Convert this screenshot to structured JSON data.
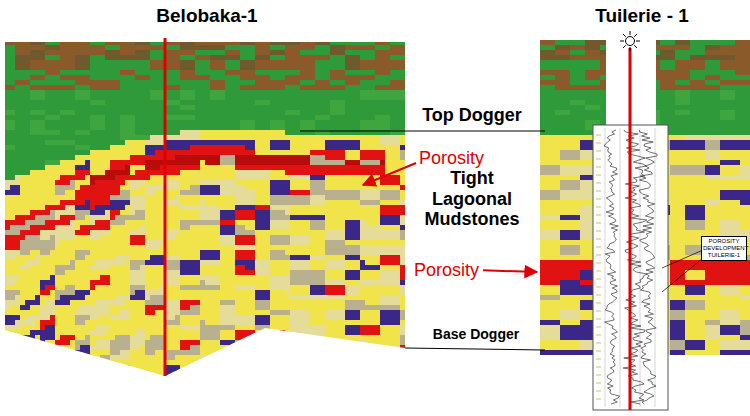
{
  "diagram": {
    "nodes": [
      {
        "text": [
          "POROSITY DEVELOPMENT TUILERIE-1"
        ]
      }
    ],
    "labels": [
      "Belobaka-1",
      "Tuilerie - 1",
      "Top Dogger",
      "Porosity",
      "Tight Lagoonal Mudstones",
      "Porosity",
      "Base Dogger"
    ]
  }
}
